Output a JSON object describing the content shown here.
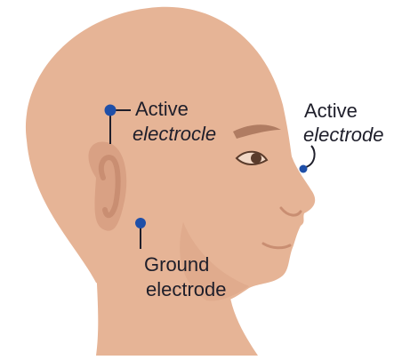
{
  "labels": {
    "active_left_line1": "Active",
    "active_left_line2": "electrocle",
    "active_right_line1": "Active",
    "active_right_line2": "electrode",
    "ground_line1": "Ground",
    "ground_line2": "electrode"
  },
  "colors": {
    "skin": "#e6b496",
    "skin_shadow": "#d9a184",
    "ear_inner": "#c98e72",
    "eyebrow": "#b07c62",
    "eye": "#5a3b2b",
    "electrode": "#1f4fa8",
    "lead_line": "#1e1e2a",
    "text": "#1e1e2a",
    "background": "#ffffff"
  },
  "icons": {
    "electrode_marker": "blue-dot",
    "ground_marker": "blue-dot"
  }
}
